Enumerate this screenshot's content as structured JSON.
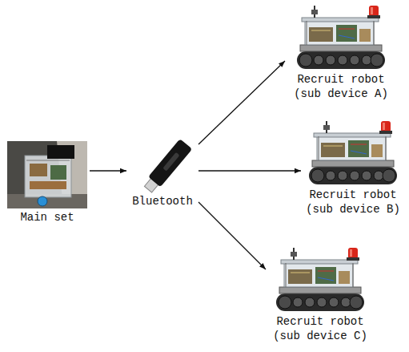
{
  "diagram": {
    "nodes": [
      {
        "text": [
          "Main set"
        ]
      },
      {
        "text": [
          "Bluetooth"
        ]
      },
      {
        "text": [
          "Recruit robot (sub device A)"
        ]
      },
      {
        "text": [
          "Recruit robot (sub device B)"
        ]
      },
      {
        "text": [
          "Recruit robot (sub device C)"
        ]
      }
    ],
    "edges": [
      {
        "from": 0,
        "to": 1,
        "arrow": "to"
      },
      {
        "from": 1,
        "to": 2,
        "arrow": "to"
      },
      {
        "from": 1,
        "to": 3,
        "arrow": "to"
      },
      {
        "from": 1,
        "to": 4,
        "arrow": "to"
      }
    ]
  }
}
